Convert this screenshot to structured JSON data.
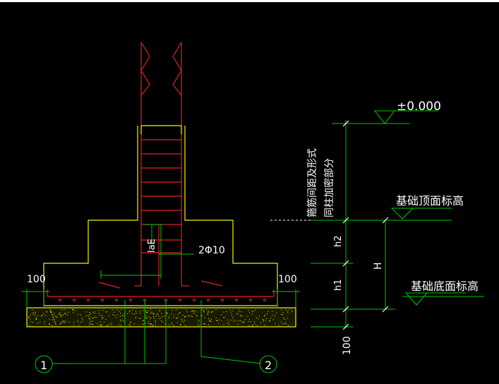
{
  "colors": {
    "background": "#000000",
    "rebar": "#e0202c",
    "outline": "#f2f200",
    "dimension": "#00c800",
    "text": "#ffffff",
    "hatch": "#f2f200"
  },
  "labels": {
    "elevation_zero": "±0.000",
    "foundation_top_elevation": "基础顶面标高",
    "foundation_bottom_elevation": "基础底面标高",
    "note_line_1": "箍筋间距及形式",
    "note_line_2": "同柱加密部分",
    "anchorage_label": "laE",
    "stirrup_spec": "2Φ10",
    "dim_h2": "h2",
    "dim_h1": "h1",
    "dim_H": "H",
    "dim_100_left": "100",
    "dim_100_right": "100",
    "dim_100_bottom": "100",
    "axis_1": "1",
    "axis_2": "2"
  }
}
